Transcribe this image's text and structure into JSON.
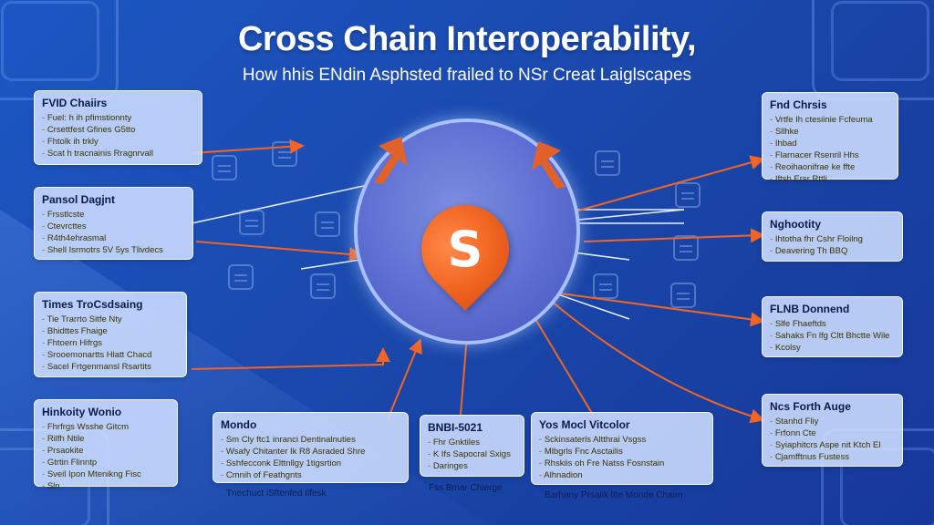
{
  "header": {
    "title": "Cross Chain Interoperability,",
    "subtitle": "How hhis ENdin Asphsted frailed to NSr Creat Laiglscapes"
  },
  "colors": {
    "background": "#1d57c4",
    "accent": "#f26522",
    "box_fill": "#cddeff",
    "hub": "#5a6bd0"
  },
  "hub": {
    "icon": "orange-location-pin-icon",
    "glyph": "S"
  },
  "boxes": {
    "left1": {
      "title": "FVID Chaiirs",
      "items": [
        "Fuel: h ih pfimstionnty",
        "Crsettfest Gfines G5tto",
        "Fhtolk ih trkly",
        "Scat h tracnainis Rragnrvall"
      ]
    },
    "left2": {
      "title": "Pansol Dagjnt",
      "items": [
        "Frsstlcste",
        "Ctevrcttes",
        "R4th4ehrasmal",
        "Shell Isrmotrs 5V 5ys Tlivdecs"
      ]
    },
    "left3": {
      "title": "Times TroCsdsaing",
      "items": [
        "Tie Trarrto Sitfe Nty",
        "Bhidttes Fhaige",
        "Fhtoern Hifrgs",
        "Srooemonartts Hlatt Chacd",
        "Sacel Frtgenmansl Rsartits"
      ]
    },
    "left4": {
      "title": "Hinkoity Wonio",
      "items": [
        "Fhrfrgs Wsshe Gitcm",
        "Rilfh Ntile",
        "Prsaokite",
        "Gtrtin Flinntp",
        "Sveil Ipon Mtenikng Fisc",
        "Sln"
      ]
    },
    "bottom1": {
      "title": "Mondo",
      "items": [
        "Sm Cly ftc1 inranci Dentinalnuties",
        "Wsafy Chitanter Ik R8 Asraded Shre",
        "Sshfecconk Elttnllgy 1tigsrtion",
        "Cmnih of Feathgnts"
      ]
    },
    "bottom2": {
      "title": "BNBI-5021",
      "items": [
        "Fhr Gnktiles",
        "K Ifs Sapocral Sxigs",
        "Daringes"
      ]
    },
    "bottom3": {
      "title": "Yos Mocl Vitcolor",
      "items": [
        "Sckinsaterls Altthrai Vsgss",
        "Mlbgrls Fnc Asctailis",
        "Rhskiis oh Fre Natss Fosnstain",
        "Alhnadion"
      ]
    },
    "right1": {
      "title": "Fnd Chrsis",
      "items": [
        "Vrtfe Ih ctesiinie Fcfeuma",
        "Sllhke",
        "Ihbad",
        "Flarnacer Rsenril Hhs",
        "Reoihaonifrae ke ffte",
        "Iftsh Ersr Rttli"
      ]
    },
    "right2": {
      "title": "Nghootity",
      "items": [
        "Ihtotha fhr Cshr Floilng",
        "Deavering Th BBQ"
      ]
    },
    "right3": {
      "title": "FLNB Donnend",
      "items": [
        "Slfe Fhaeftds",
        "Sahaks Fn lfg Cltt Bhctte Wile",
        "Kcolsy"
      ]
    },
    "right4": {
      "title": "Ncs Forth Auge",
      "items": [
        "Stanhd Fliy",
        "Frfonn Cte",
        "Syiaphitcrs Aspe nit Ktch El",
        "Cjamfftnus Fustess"
      ]
    }
  },
  "captions": {
    "bottom1": "Tnechuct iSftenfed Ilfesk",
    "bottom2": "Fss Bmar Chierge",
    "bottom3": "Barhany Prsaiik ltte Monde Chairn"
  }
}
